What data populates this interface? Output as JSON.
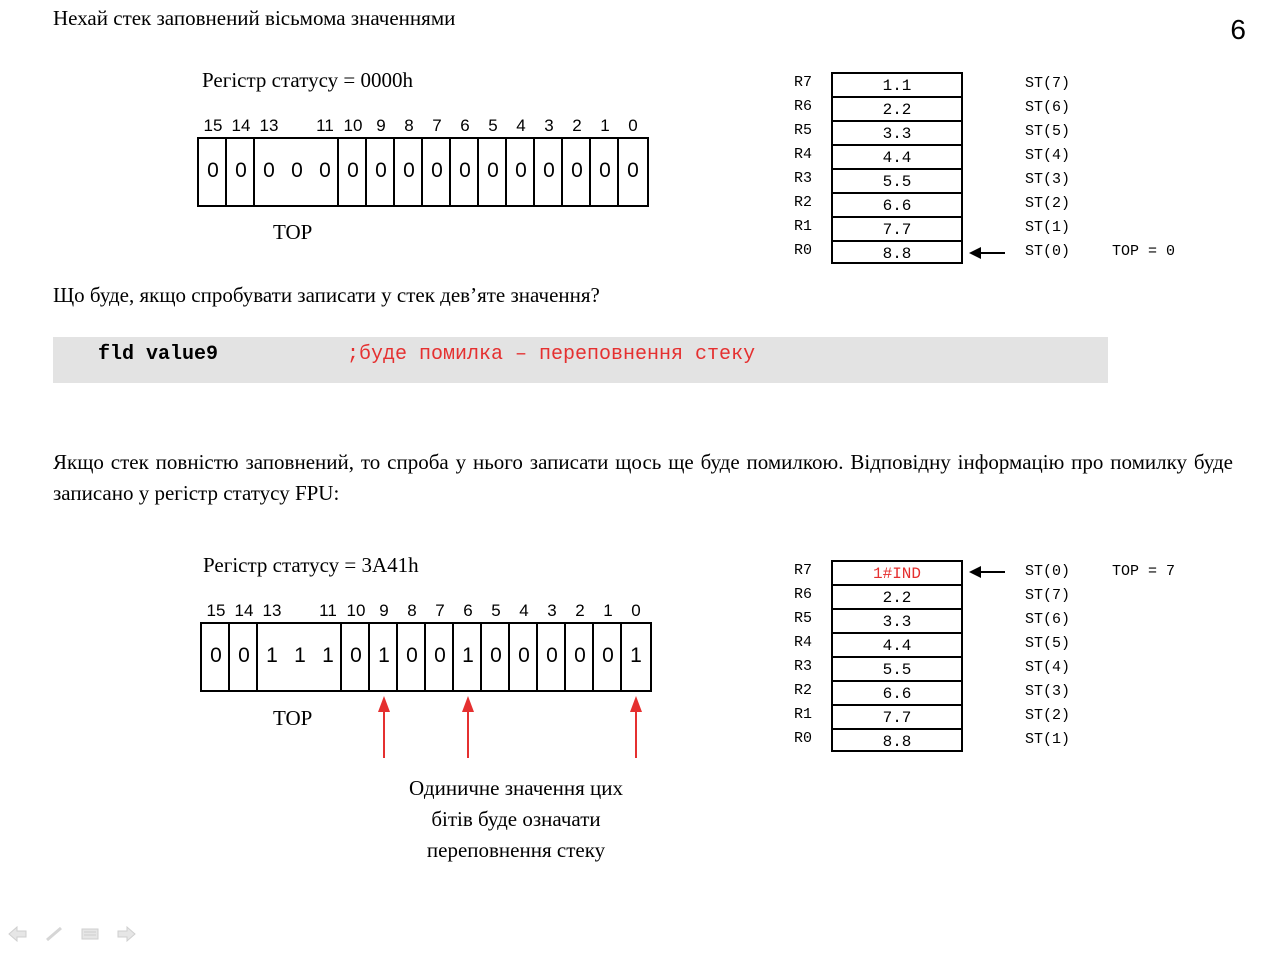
{
  "slide_number": "6",
  "heading": "Нехай стек заповнений вісьмома значеннями",
  "question": "Що буде, якщо спробувати записати у стек дев’яте значення?",
  "code": {
    "instruction": "fld value9",
    "comment": ";буде помилка – переповнення стеку"
  },
  "paragraph": "Якщо стек повністю заповнений, то спроба у нього записати щось ще буде помилкою. Відповідну інформацію про помилку буде записано у регістр статусу FPU:",
  "register_before": {
    "title": "Регістр статусу = 0000h",
    "bit_numbers": [
      "15",
      "14",
      "13",
      "11",
      "10",
      "9",
      "8",
      "7",
      "6",
      "5",
      "4",
      "3",
      "2",
      "1",
      "0"
    ],
    "cells": [
      {
        "label": "bit-15",
        "value": "0"
      },
      {
        "label": "bit-14",
        "value": "0"
      },
      {
        "label": "top-field",
        "value": "0 0 0"
      },
      {
        "label": "bit-10",
        "value": "0"
      },
      {
        "label": "bit-9",
        "value": "0"
      },
      {
        "label": "bit-8",
        "value": "0"
      },
      {
        "label": "bit-7",
        "value": "0"
      },
      {
        "label": "bit-6",
        "value": "0"
      },
      {
        "label": "bit-5",
        "value": "0"
      },
      {
        "label": "bit-4",
        "value": "0"
      },
      {
        "label": "bit-3",
        "value": "0"
      },
      {
        "label": "bit-2",
        "value": "0"
      },
      {
        "label": "bit-1",
        "value": "0"
      },
      {
        "label": "bit-0",
        "value": "0"
      }
    ],
    "top_label": "TOP"
  },
  "register_after": {
    "title": "Регістр статусу = 3A41h",
    "bit_numbers": [
      "15",
      "14",
      "13",
      "11",
      "10",
      "9",
      "8",
      "7",
      "6",
      "5",
      "4",
      "3",
      "2",
      "1",
      "0"
    ],
    "cells": [
      {
        "label": "bit-15",
        "value": "0"
      },
      {
        "label": "bit-14",
        "value": "0"
      },
      {
        "label": "top-field",
        "value": "1 1 1"
      },
      {
        "label": "bit-10",
        "value": "0"
      },
      {
        "label": "bit-9",
        "value": "1"
      },
      {
        "label": "bit-8",
        "value": "0"
      },
      {
        "label": "bit-7",
        "value": "0"
      },
      {
        "label": "bit-6",
        "value": "1"
      },
      {
        "label": "bit-5",
        "value": "0"
      },
      {
        "label": "bit-4",
        "value": "0"
      },
      {
        "label": "bit-3",
        "value": "0"
      },
      {
        "label": "bit-2",
        "value": "0"
      },
      {
        "label": "bit-1",
        "value": "0"
      },
      {
        "label": "bit-0",
        "value": "1"
      }
    ],
    "top_label": "TOP",
    "caption_lines": [
      "Одиничне значення цих",
      "бітів буде означати",
      "переповнення стеку"
    ]
  },
  "stack_before": {
    "registers": [
      "R7",
      "R6",
      "R5",
      "R4",
      "R3",
      "R2",
      "R1",
      "R0"
    ],
    "values": [
      "1.1",
      "2.2",
      "3.3",
      "4.4",
      "5.5",
      "6.6",
      "7.7",
      "8.8"
    ],
    "st_names": [
      "ST(7)",
      "ST(6)",
      "ST(5)",
      "ST(4)",
      "ST(3)",
      "ST(2)",
      "ST(1)",
      "ST(0)"
    ],
    "top_text": "TOP = 0"
  },
  "stack_after": {
    "registers": [
      "R7",
      "R6",
      "R5",
      "R4",
      "R3",
      "R2",
      "R1",
      "R0"
    ],
    "values": [
      "1#IND",
      "2.2",
      "3.3",
      "4.4",
      "5.5",
      "6.6",
      "7.7",
      "8.8"
    ],
    "st_names": [
      "ST(0)",
      "ST(7)",
      "ST(6)",
      "ST(5)",
      "ST(4)",
      "ST(3)",
      "ST(2)",
      "ST(1)"
    ],
    "top_text": "TOP = 7"
  },
  "colors": {
    "accent_red": "#e53030",
    "code_bg": "#e3e3e3"
  },
  "nav_icons": [
    "back-arrow-icon",
    "pen-icon",
    "menu-icon",
    "forward-arrow-icon"
  ]
}
